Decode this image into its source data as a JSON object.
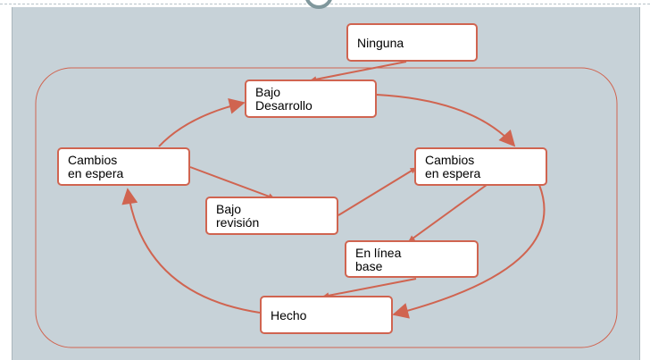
{
  "colors": {
    "background": "#c7d2d8",
    "accent": "#d06450",
    "box_fill": "#ffffff",
    "text": "#000000"
  },
  "states": {
    "ninguna": "Ninguna",
    "bajo_desarrollo": "Bajo\nDesarrollo",
    "cambios_izq": "Cambios\nen espera",
    "cambios_der": "Cambios\nen espera",
    "bajo_revision": "Bajo\nrevisión",
    "en_linea_base": "En línea\nbase",
    "hecho": "Hecho"
  }
}
